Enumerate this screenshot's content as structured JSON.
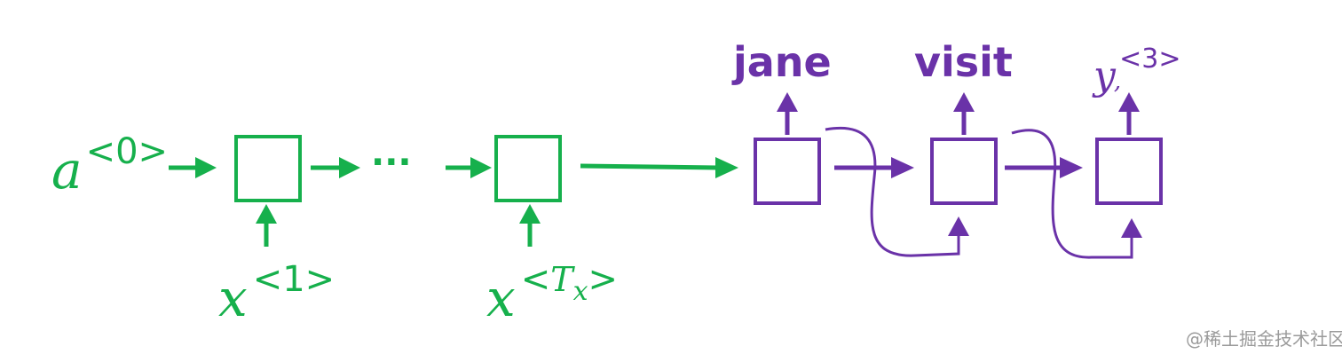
{
  "colors": {
    "encoder": "#16b04c",
    "decoder": "#6a32a8",
    "watermark": "#9a9a9a"
  },
  "encoder": {
    "initial_state": {
      "base": "a",
      "sup": "<0>"
    },
    "ellipsis": "···",
    "inputs": [
      {
        "base": "x",
        "sup": "<1>"
      },
      {
        "base": "x",
        "sup_open": "<",
        "sup_var": "T",
        "sup_sub": "x",
        "sup_close": ">"
      }
    ]
  },
  "decoder": {
    "outputs": [
      {
        "text": "jane"
      },
      {
        "text": "visit"
      },
      {
        "base": "y",
        "mark": ",",
        "sup": "<3>"
      }
    ]
  },
  "watermark": "@稀土掘金技术社区"
}
